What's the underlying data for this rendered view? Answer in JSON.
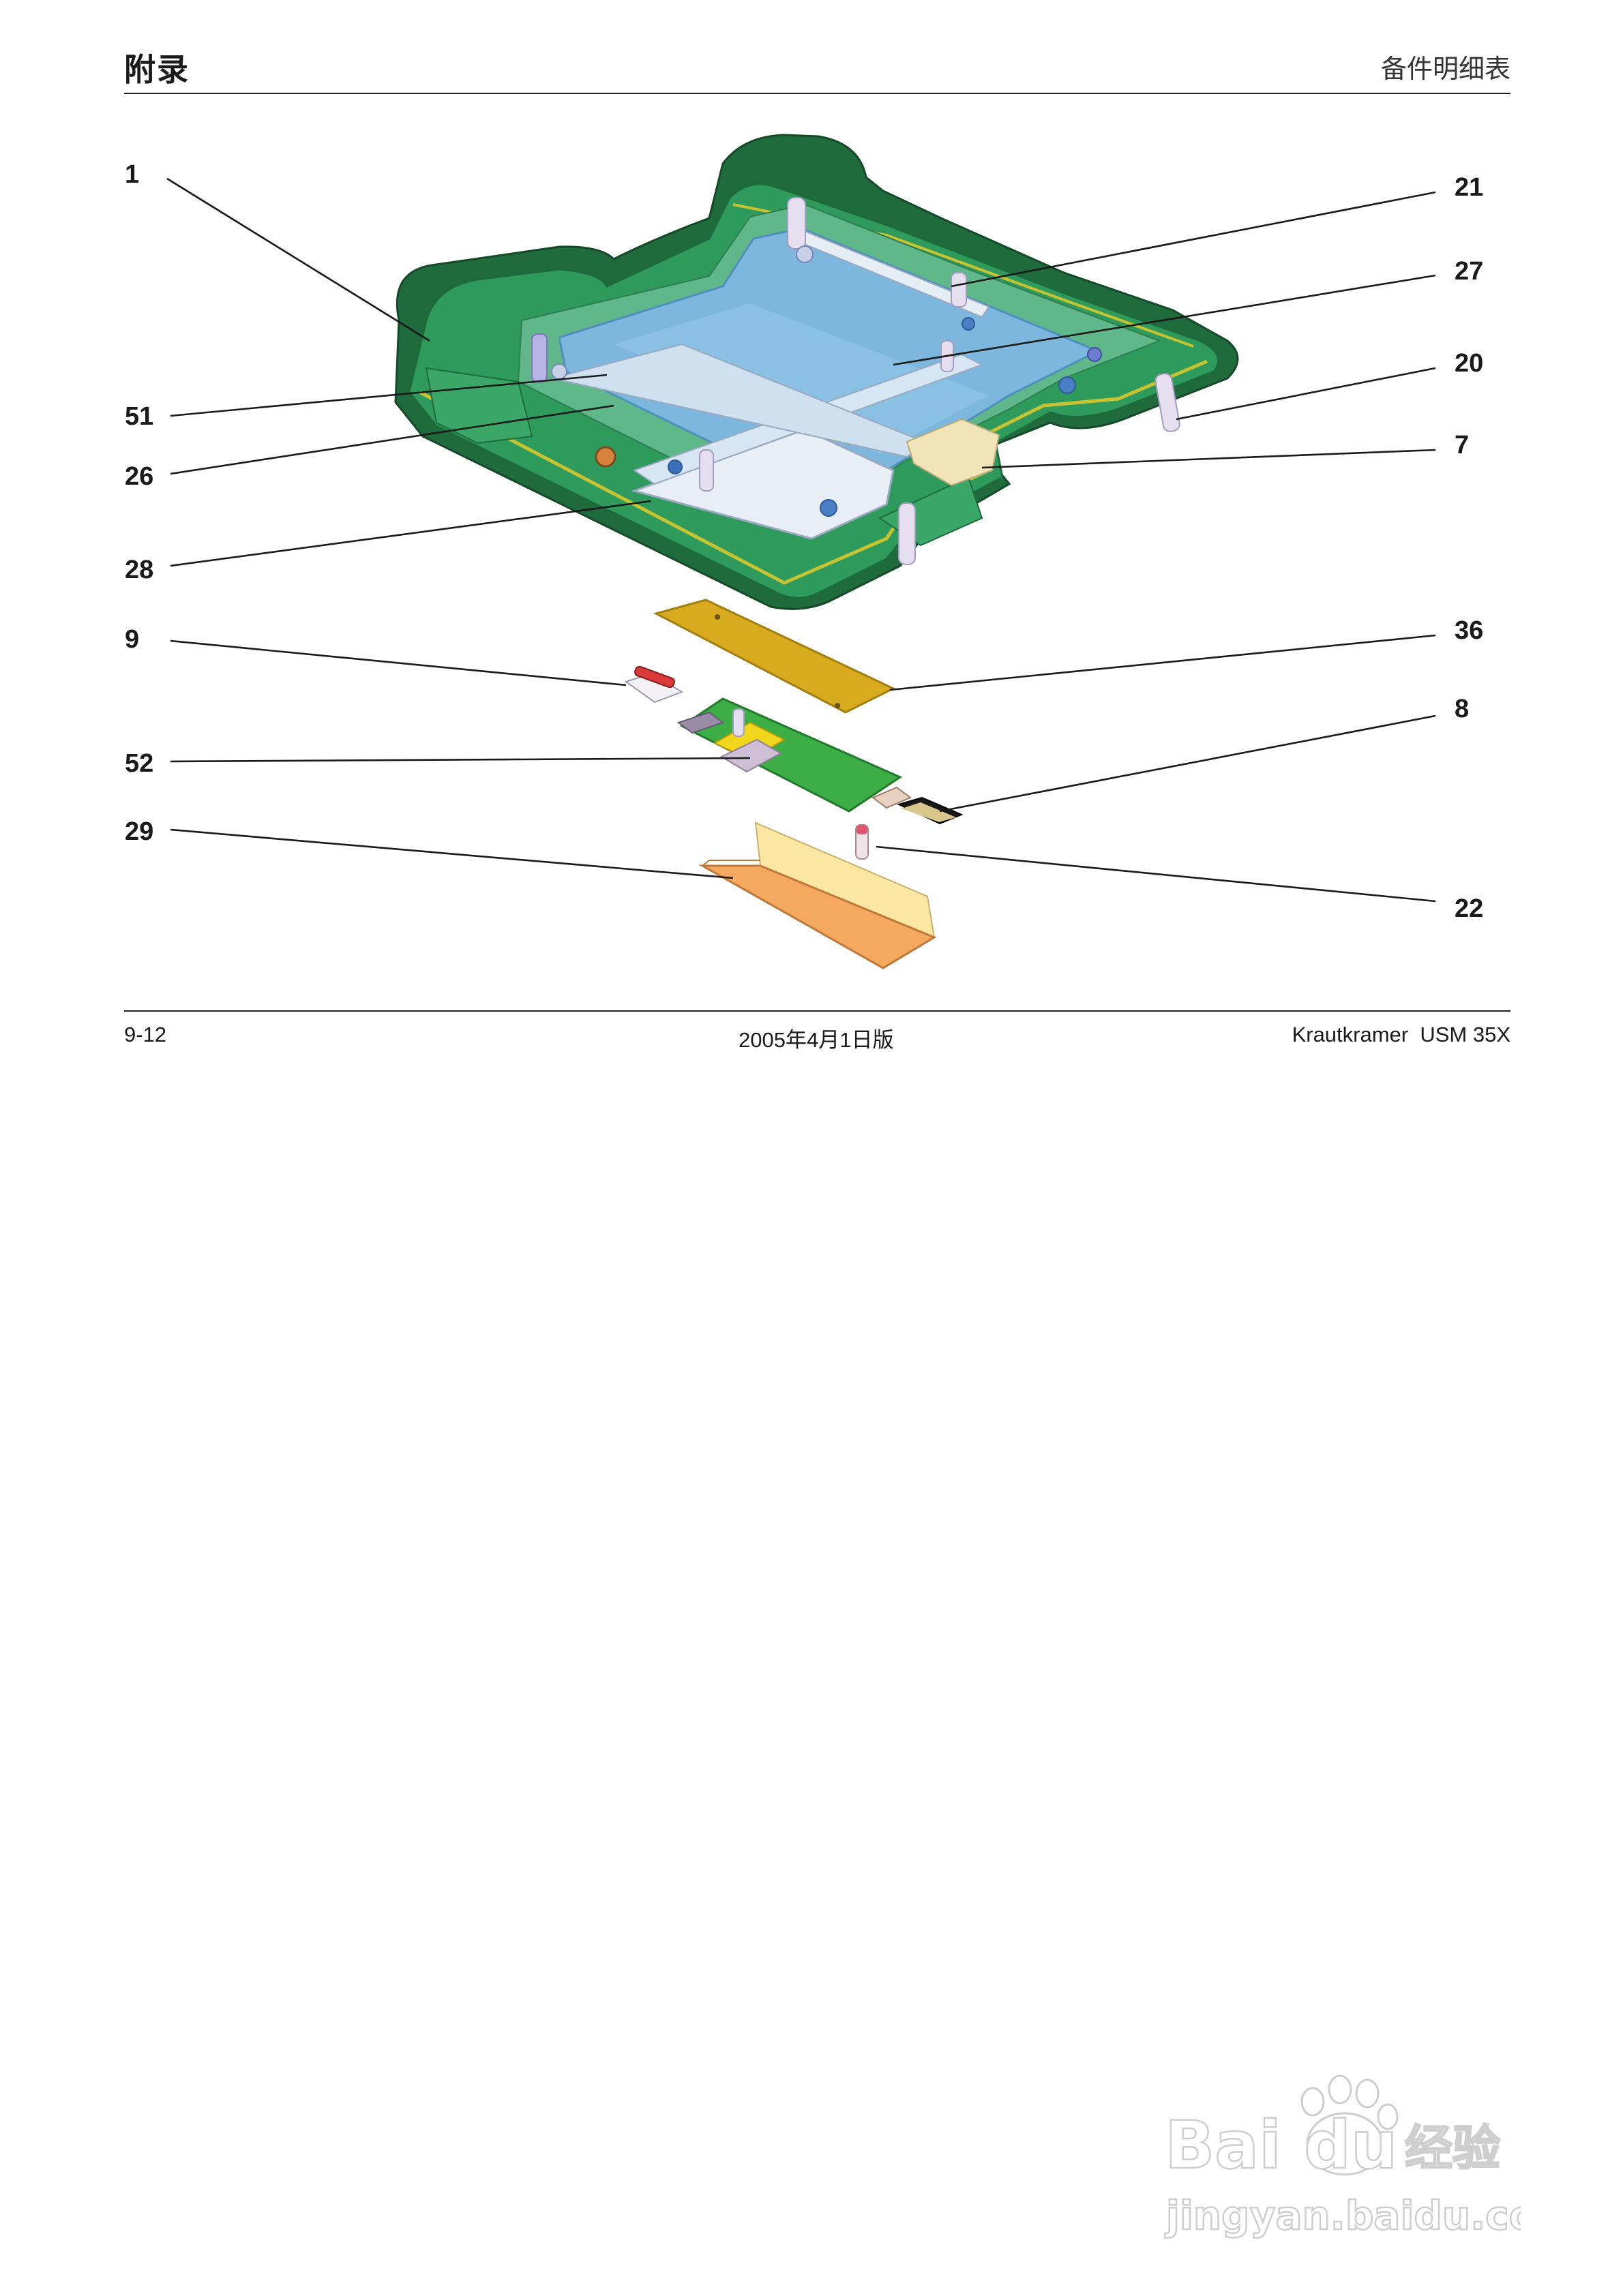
{
  "header": {
    "section": "附录",
    "title": "备件明细表"
  },
  "footer": {
    "page": "9-12",
    "edition": "2005年4月1日版",
    "product": "Krautkramer  USM 35X"
  },
  "callouts": [
    "1",
    "21",
    "27",
    "20",
    "51",
    "26",
    "7",
    "28",
    "9",
    "36",
    "8",
    "52",
    "29",
    "22"
  ],
  "watermark": {
    "brand": "Bai  du",
    "brand_cn": "经验",
    "url": "jingyan.baidu.com"
  },
  "colors": {
    "housing": "#2e9a5c",
    "housing_dark": "#1e6e3c",
    "display": "#7db7de",
    "shield": "#d8ab1e",
    "board": "#3cae45",
    "cover": "#f4a860"
  }
}
